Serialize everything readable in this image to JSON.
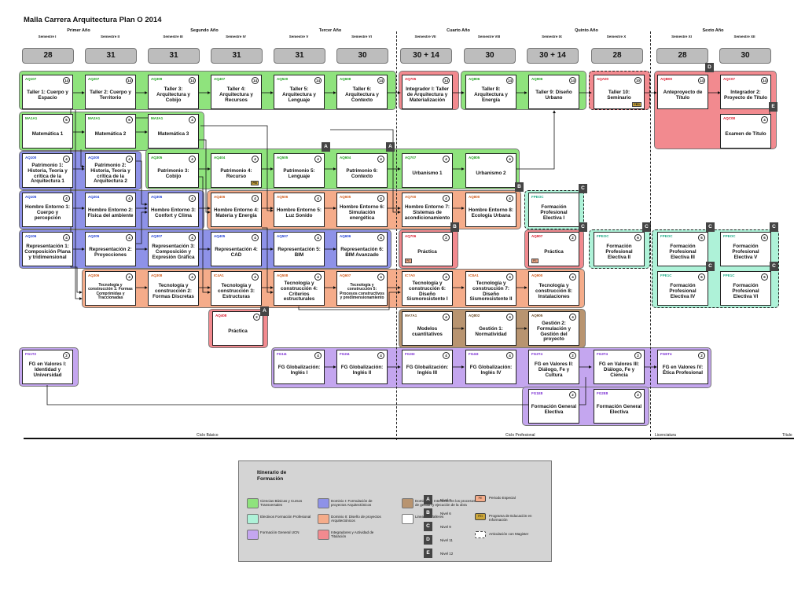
{
  "title": "Malla Carrera Arquitectura  Plan O 2014",
  "years": [
    "Primer Año",
    "Segundo Año",
    "Tercer Año",
    "Cuarto Año",
    "Quinto Año",
    "Sexto Año"
  ],
  "semesters": [
    "Semestre I",
    "Semestre II",
    "Semestre III",
    "Semestre IV",
    "Semestre V",
    "Semestre VI",
    "Semestre VII",
    "Semestre VIII",
    "Semestre IX",
    "Semestre X",
    "Semestre XI",
    "Semestre XII"
  ],
  "credits": [
    "28",
    "31",
    "31",
    "31",
    "31",
    "30",
    "30 + 14",
    "30",
    "30 + 14",
    "28",
    "28",
    "30"
  ],
  "courses": [
    {
      "code": "AQ107",
      "name": "Taller 1: Cuerpo y Espacio",
      "n": "14"
    },
    {
      "code": "AQ207",
      "name": "Taller 2: Cuerpo y Territorio",
      "n": "14"
    },
    {
      "code": "AQ309",
      "name": "Taller 3: Arquitectura y Cobijo",
      "n": "14"
    },
    {
      "code": "AQ407",
      "name": "Taller 4: Arquitectura y Recursos",
      "n": "14"
    },
    {
      "code": "AQ520",
      "name": "Taller 5: Arquitectura y Lenguaje",
      "n": "14"
    },
    {
      "code": "AQ608",
      "name": "Taller 6: Arquitectura y Contexto",
      "n": "14"
    },
    {
      "code": "AQ705",
      "name": "Integrador I: Taller de Arquitectura y Materialización",
      "n": "14"
    },
    {
      "code": "AQ806",
      "name": "Taller 8: Arquitectura y Energía",
      "n": "14"
    },
    {
      "code": "AQ906",
      "name": "Taller 9: Diseño Urbano",
      "n": "14"
    },
    {
      "code": "AQA00",
      "name": "Taller 10: Seminario",
      "n": "10",
      "tag": "PEI1"
    },
    {
      "code": "AQB00",
      "name": "Anteproyecto de Título",
      "n": "14"
    },
    {
      "code": "AQC07",
      "name": "Integrador 2: Proyecto de Título",
      "n": "14"
    },
    {
      "code": "AQC08",
      "name": "Examen de Título",
      "n": "4"
    },
    {
      "code": "MA1A1",
      "name": "Matemática 1",
      "n": "6"
    },
    {
      "code": "MA2A1",
      "name": "Matemática 2",
      "n": "6"
    },
    {
      "code": "MA3A1",
      "name": "Matemática 3",
      "n": "4"
    },
    {
      "code": "AQ100",
      "name": "Patrimonio 1: Historia, Teoría y crítica de la Arquitectura 1",
      "n": "4"
    },
    {
      "code": "AQ200",
      "name": "Patrimonio 2: Historia, Teoría y crítica de la Arquitectura 2",
      "n": "4"
    },
    {
      "code": "AQ305",
      "name": "Patrimonio 3: Cobijo",
      "n": "4"
    },
    {
      "code": "AQ404",
      "name": "Patrimonio 4: Recurso",
      "n": "4",
      "tag": "PEI"
    },
    {
      "code": "AQ505",
      "name": "Patrimonio 5: Lenguaje",
      "n": "4"
    },
    {
      "code": "AQ604",
      "name": "Patrimonio 6: Contexto",
      "n": "4"
    },
    {
      "code": "AQ707",
      "name": "Urbanismo 1",
      "n": "4"
    },
    {
      "code": "AQ805",
      "name": "Urbanismo 2",
      "n": "4"
    },
    {
      "code": "AQ105",
      "name": "Hombre Entorno 1: Cuerpo y percepción",
      "n": "4"
    },
    {
      "code": "AQ204",
      "name": "Hombre Entorno 2: Física del ambiente",
      "n": "4"
    },
    {
      "code": "AQ306",
      "name": "Hombre Entorno 3: Confort y Clima",
      "n": "4"
    },
    {
      "code": "AQ406",
      "name": "Hombre Entorno 4: Materia y Energía",
      "n": "4"
    },
    {
      "code": "AQ506",
      "name": "Hombre Entorno 5: Luz Sonido",
      "n": "4"
    },
    {
      "code": "AQ605",
      "name": "Hombre Entorno 6: Simulación energética",
      "n": "4"
    },
    {
      "code": "AQ700",
      "name": "Hombre Entorno 7: Sistemas de acondicionamiento",
      "n": "4"
    },
    {
      "code": "AQ800",
      "name": "Hombre Entorno 8: Ecología Urbana",
      "n": "4"
    },
    {
      "code": "FPEOC",
      "name": "Formación Profesional Electiva I",
      "n": ""
    },
    {
      "code": "AQ106",
      "name": "Representación 1: Composición Plana y tridimensional",
      "n": "4"
    },
    {
      "code": "AQ205",
      "name": "Representación 2: Proyecciones",
      "n": "4"
    },
    {
      "code": "AQ307",
      "name": "Representación 3: Composición y Expresión Gráfica",
      "n": "4"
    },
    {
      "code": "AQ405",
      "name": "Representación 4: CAD",
      "n": "4"
    },
    {
      "code": "AQ507",
      "name": "Representación 5: BIM",
      "n": "4"
    },
    {
      "code": "AQ606",
      "name": "Representación 6: BIM Avanzado",
      "n": "4"
    },
    {
      "code": "AQ706",
      "name": "Práctica",
      "n": "2",
      "tagp": "PE"
    },
    {
      "code": "AQ907",
      "name": "Práctica",
      "n": "2",
      "tagp": "PE"
    },
    {
      "code": "FPEOC",
      "name": "Formación Profesional Electiva II",
      "n": "6"
    },
    {
      "code": "FPEOC",
      "name": "Formación Profesional Electiva III",
      "n": "6"
    },
    {
      "code": "FPEOC",
      "name": "Formación Profesional Electiva V",
      "n": "6"
    },
    {
      "code": "AQ306",
      "name": "Tecnología y construcción 1: Formas Comprimidas y Traccionadas",
      "n": "4",
      "sm": true
    },
    {
      "code": "AQ308",
      "name": "Tecnología y construcción 2: Formas Discretas",
      "n": "4"
    },
    {
      "code": "IC4A1",
      "name": "Tecnología y construcción 3: Estructuras",
      "n": "4"
    },
    {
      "code": "AQ508",
      "name": "Tecnología y construcción 4: Criterios estructurales",
      "n": "4"
    },
    {
      "code": "AQ607",
      "name": "Tecnología y construcción 5: Procesos constructivos y predimensionamiento",
      "n": "4",
      "sm": true
    },
    {
      "code": "IC7A0",
      "name": "Tecnología y construcción 6: Diseño Sismoresistente I",
      "n": "4"
    },
    {
      "code": "IC8A1",
      "name": "Tecnología y construcción 7: Diseño Sismoresistente II",
      "n": "4"
    },
    {
      "code": "AQ900",
      "name": "Tecnología y construcción 8: Instalaciones",
      "n": "4"
    },
    {
      "code": "FPE1C",
      "name": "Formación Profesional Electiva IV",
      "n": "6"
    },
    {
      "code": "FPE1C",
      "name": "Formación Profesional Electiva VI",
      "n": "6"
    },
    {
      "code": "AQ408",
      "name": "Práctica",
      "n": "2"
    },
    {
      "code": "MA7A1",
      "name": "Modelos cuantitativos",
      "n": "4"
    },
    {
      "code": "AQ802",
      "name": "Gestión 1: Normatividad",
      "n": "4"
    },
    {
      "code": "AQ905",
      "name": "Gestión 2: Formulación y Gestión del proyecto",
      "n": "4"
    },
    {
      "code": "FG1T2",
      "name": "FG en Valores I: Identidad y Universidad",
      "n": "2"
    },
    {
      "code": "FG1I4",
      "name": "FG Globalización: Inglés I",
      "n": "4"
    },
    {
      "code": "FG2I4",
      "name": "FG Globalización: Inglés II",
      "n": "4"
    },
    {
      "code": "FG3I3",
      "name": "FG Globalización: Inglés III",
      "n": "4"
    },
    {
      "code": "FG4I3",
      "name": "FG Globalización: Inglés IV",
      "n": "4"
    },
    {
      "code": "FG2T4",
      "name": "FG en Valores II: Diálogo, Fe y Cultura",
      "n": "2"
    },
    {
      "code": "FG3T4",
      "name": "FG en Valores III: Diálogo, Fe y Ciencia",
      "n": "2"
    },
    {
      "code": "FGET4",
      "name": "FG en Valores IV: Ética Profesional",
      "n": "2"
    },
    {
      "code": "FG1E8",
      "name": "Formación General Electiva",
      "n": "2"
    },
    {
      "code": "FG2E8",
      "name": "Formación General Electiva",
      "n": "2"
    }
  ],
  "levels": [
    "A",
    "A",
    "A",
    "A",
    "B",
    "B",
    "C",
    "C",
    "C",
    "C",
    "C",
    "C",
    "C",
    "D",
    "E"
  ],
  "cycles": {
    "basic": "Ciclo Básico",
    "professional": "Ciclo Profesional",
    "licenciatura": "Licenciatura",
    "titulo": "Título"
  },
  "legend": {
    "title": "Itinerario de Formación",
    "items": [
      "Ciencias Básicas y Cursos Transversales",
      "Electivos Formación Profesional",
      "Formación General UCN",
      "Dominio I: Formulación de proyectos Arquitectónicos",
      "Dominio II: Diseño de proyectos Arquitectónicos",
      "Integradores y Actividad de Titulación",
      "Dominio III: Interviene en los procesos de gestion y ejecución de la obra",
      "Lineas de Talleres"
    ],
    "levels": [
      {
        "k": "A",
        "v": "Nivel 3"
      },
      {
        "k": "B",
        "v": "Nivel 6"
      },
      {
        "k": "C",
        "v": "Nivel 9"
      },
      {
        "k": "D",
        "v": "Nivel 11"
      },
      {
        "k": "E",
        "v": "Nivel 12"
      }
    ],
    "extra": [
      {
        "k": "PE",
        "v": "Periodo Especial"
      },
      {
        "k": "PEI",
        "v": "Programa de Educación en Información"
      },
      {
        "k": "",
        "v": "Articulación con Magister"
      }
    ],
    "colors": {
      "green": "#8fe37d",
      "teal": "#aef2d8",
      "purple": "#c4a6ef",
      "blue": "#8e92e8",
      "orange": "#f5ac8a",
      "red": "#f28a8f",
      "brown": "#b89470"
    }
  }
}
